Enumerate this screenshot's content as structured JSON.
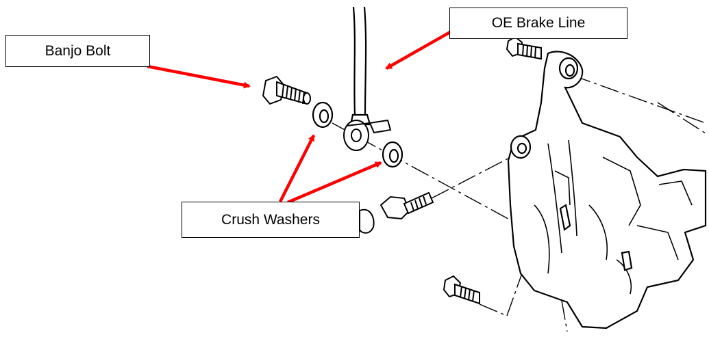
{
  "callouts": {
    "banjo_bolt": "Banjo Bolt",
    "oe_brake_line": "OE Brake Line",
    "crush_washers": "Crush Washers"
  },
  "colors": {
    "arrow": "#ff0000",
    "line_art": "#000000",
    "background": "#ffffff",
    "caliper_fill": "#ffffff"
  },
  "parts": [
    "banjo-bolt",
    "crush-washer",
    "crush-washer",
    "oe-brake-line",
    "brake-caliper",
    "caliper-bolt",
    "caliper-bolt",
    "bleeder-screw",
    "bleeder-cap"
  ]
}
